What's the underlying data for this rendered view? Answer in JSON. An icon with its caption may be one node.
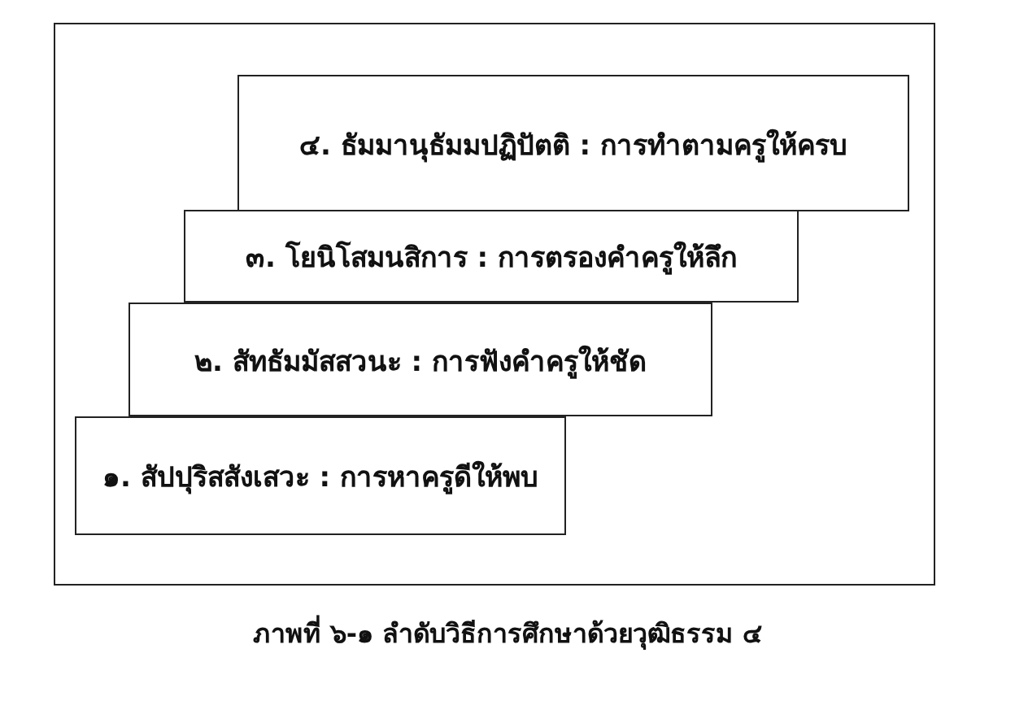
{
  "diagram": {
    "caption": "ภาพที่ ๖-๑ ลำดับวิธีการศึกษาด้วยวุฒิธรรม ๔",
    "nodes": [
      {
        "text": [],
        "shape": "box"
      },
      {
        "text": [
          "๔. ธัมมานุธัมมปฏิปัตติ : การทำตามครูให้ครบ"
        ],
        "in": 0
      },
      {
        "text": [
          "๓. โยนิโสมนสิการ : การตรองคำครูให้ลึก"
        ],
        "in": 0
      },
      {
        "text": [
          "๒. สัทธัมมัสสวนะ : การฟังคำครูให้ชัด"
        ],
        "in": 0
      },
      {
        "text": [
          "๑. สัปปุริสสังเสวะ : การหาครูดีให้พบ"
        ],
        "in": 0
      }
    ]
  }
}
